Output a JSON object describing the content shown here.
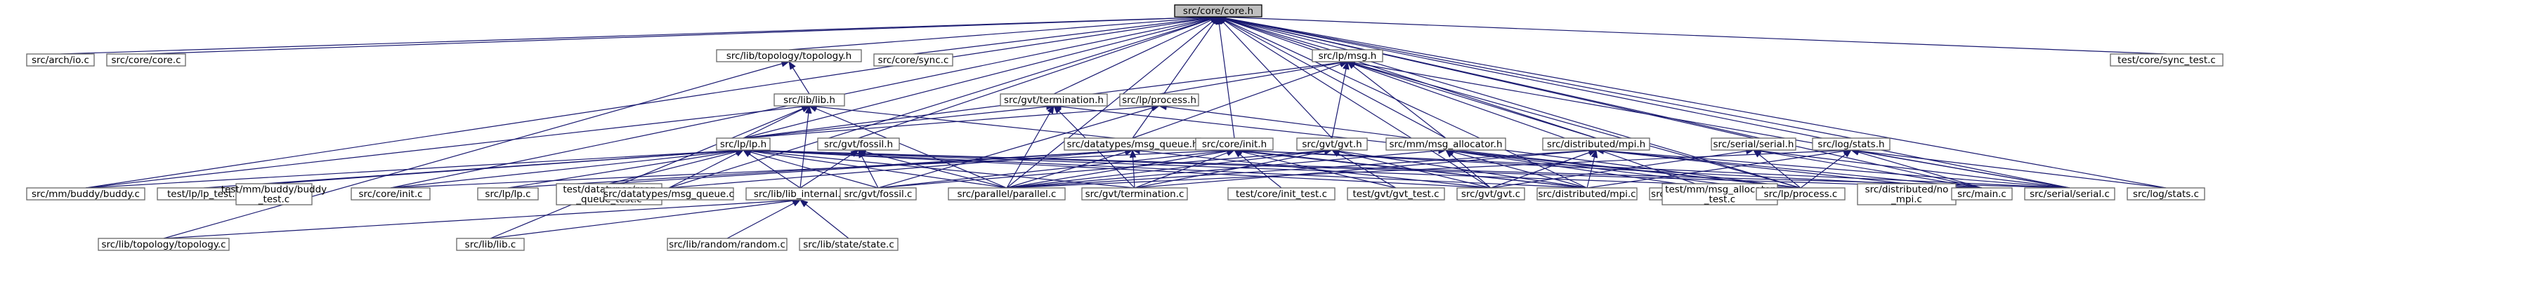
{
  "graph": {
    "colors": {
      "edge": "#191970",
      "node_border": "#666666",
      "root_fill": "#bfbfbf"
    },
    "nodes": {
      "core": {
        "label": "src/core/core.h",
        "root": true
      },
      "arch_io": {
        "label": "src/arch/io.c"
      },
      "core_c": {
        "label": "src/core/core.c"
      },
      "topology_h": {
        "label": "src/lib/topology/topology.h"
      },
      "sync_c": {
        "label": "src/core/sync.c"
      },
      "msg_h": {
        "label": "src/lp/msg.h"
      },
      "sync_test": {
        "label": "test/core/sync_test.c"
      },
      "lib_h": {
        "label": "src/lib/lib.h"
      },
      "termination_h": {
        "label": "src/gvt/termination.h"
      },
      "process_h": {
        "label": "src/lp/process.h"
      },
      "lp_h": {
        "label": "src/lp/lp.h"
      },
      "fossil_h": {
        "label": "src/gvt/fossil.h"
      },
      "msg_queue_h": {
        "label": "src/datatypes/msg_queue.h"
      },
      "init_h": {
        "label": "src/core/init.h"
      },
      "gvt_h": {
        "label": "src/gvt/gvt.h"
      },
      "msg_allocator_h": {
        "label": "src/mm/msg_allocator.h"
      },
      "mpi_h": {
        "label": "src/distributed/mpi.h"
      },
      "serial_h": {
        "label": "src/serial/serial.h"
      },
      "stats_h": {
        "label": "src/log/stats.h"
      },
      "buddy_c": {
        "label": "src/mm/buddy/buddy.c"
      },
      "lp_test": {
        "label": "test/lp/lp_test.c"
      },
      "buddy_test": {
        "label": "test/mm/buddy/buddy\n_test.c"
      },
      "init_c": {
        "label": "src/core/init.c"
      },
      "lp_c": {
        "label": "src/lp/lp.c"
      },
      "msg_queue_test": {
        "label": "test/datatypes/msg\n_queue_test.c"
      },
      "msg_queue_c": {
        "label": "src/datatypes/msg_queue.c"
      },
      "lib_internal": {
        "label": "src/lib/lib_internal.h"
      },
      "fossil_c": {
        "label": "src/gvt/fossil.c"
      },
      "parallel_c": {
        "label": "src/parallel/parallel.c"
      },
      "termination_c": {
        "label": "src/gvt/termination.c"
      },
      "init_test": {
        "label": "test/core/init_test.c"
      },
      "gvt_test": {
        "label": "test/gvt/gvt_test.c"
      },
      "gvt_c": {
        "label": "src/gvt/gvt.c"
      },
      "mpi_c": {
        "label": "src/distributed/mpi.c"
      },
      "msg_allocator_c": {
        "label": "src/mm/msg_allocator.c"
      },
      "msg_allocator_test": {
        "label": "test/mm/msg_allocator\n_test.c"
      },
      "process_c": {
        "label": "src/lp/process.c"
      },
      "no_mpi": {
        "label": "src/distributed/no\n_mpi.c"
      },
      "main_c": {
        "label": "src/main.c"
      },
      "serial_c": {
        "label": "src/serial/serial.c"
      },
      "stats_c": {
        "label": "src/log/stats.c"
      },
      "topology_c": {
        "label": "src/lib/topology/topology.c"
      },
      "lib_c": {
        "label": "src/lib/lib.c"
      },
      "random_c": {
        "label": "src/lib/random/random.c"
      },
      "state_c": {
        "label": "src/lib/state/state.c"
      }
    },
    "edges": [
      [
        "core",
        "arch_io"
      ],
      [
        "core",
        "core_c"
      ],
      [
        "core",
        "topology_h"
      ],
      [
        "core",
        "sync_c"
      ],
      [
        "core",
        "msg_h"
      ],
      [
        "core",
        "sync_test"
      ],
      [
        "core",
        "termination_h"
      ],
      [
        "core",
        "lp_h"
      ],
      [
        "core",
        "fossil_h"
      ],
      [
        "core",
        "msg_queue_h"
      ],
      [
        "core",
        "init_h"
      ],
      [
        "core",
        "gvt_h"
      ],
      [
        "core",
        "msg_allocator_h"
      ],
      [
        "core",
        "mpi_h"
      ],
      [
        "core",
        "serial_h"
      ],
      [
        "core",
        "stats_h"
      ],
      [
        "core",
        "buddy_c"
      ],
      [
        "core",
        "init_c"
      ],
      [
        "core",
        "msg_queue_c"
      ],
      [
        "core",
        "parallel_c"
      ],
      [
        "core",
        "gvt_c"
      ],
      [
        "core",
        "mpi_c"
      ],
      [
        "core",
        "msg_allocator_c"
      ],
      [
        "core",
        "process_c"
      ],
      [
        "core",
        "main_c"
      ],
      [
        "core",
        "serial_c"
      ],
      [
        "core",
        "stats_c"
      ],
      [
        "topology_h",
        "lib_h"
      ],
      [
        "topology_h",
        "topology_c"
      ],
      [
        "msg_h",
        "process_h"
      ],
      [
        "msg_h",
        "lp_h"
      ],
      [
        "msg_h",
        "msg_queue_h"
      ],
      [
        "msg_h",
        "gvt_h"
      ],
      [
        "msg_h",
        "msg_allocator_h"
      ],
      [
        "msg_h",
        "mpi_h"
      ],
      [
        "msg_h",
        "serial_c"
      ],
      [
        "msg_h",
        "process_c"
      ],
      [
        "lib_h",
        "lp_h"
      ],
      [
        "lib_h",
        "lib_internal"
      ],
      [
        "lib_h",
        "buddy_c"
      ],
      [
        "lib_h",
        "parallel_c"
      ],
      [
        "lib_h",
        "mpi_c"
      ],
      [
        "lib_h",
        "lib_c"
      ],
      [
        "termination_h",
        "lp_h"
      ],
      [
        "termination_h",
        "parallel_c"
      ],
      [
        "termination_h",
        "termination_c"
      ],
      [
        "termination_h",
        "process_c"
      ],
      [
        "process_h",
        "lp_h"
      ],
      [
        "process_h",
        "fossil_c"
      ],
      [
        "process_h",
        "process_c"
      ],
      [
        "lp_h",
        "buddy_c"
      ],
      [
        "lp_h",
        "lp_test"
      ],
      [
        "lp_h",
        "buddy_test"
      ],
      [
        "lp_h",
        "init_c"
      ],
      [
        "lp_h",
        "lp_c"
      ],
      [
        "lp_h",
        "msg_queue_test"
      ],
      [
        "lp_h",
        "msg_queue_c"
      ],
      [
        "lp_h",
        "lib_internal"
      ],
      [
        "lp_h",
        "fossil_c"
      ],
      [
        "lp_h",
        "parallel_c"
      ],
      [
        "lp_h",
        "termination_c"
      ],
      [
        "lp_h",
        "gvt_c"
      ],
      [
        "lp_h",
        "mpi_c"
      ],
      [
        "lp_h",
        "process_c"
      ],
      [
        "lp_h",
        "main_c"
      ],
      [
        "lp_h",
        "serial_c"
      ],
      [
        "fossil_h",
        "fossil_c"
      ],
      [
        "fossil_h",
        "parallel_c"
      ],
      [
        "fossil_h",
        "lib_internal"
      ],
      [
        "msg_queue_h",
        "msg_queue_c"
      ],
      [
        "msg_queue_h",
        "lp_c"
      ],
      [
        "msg_queue_h",
        "msg_queue_test"
      ],
      [
        "msg_queue_h",
        "parallel_c"
      ],
      [
        "msg_queue_h",
        "termination_c"
      ],
      [
        "msg_queue_h",
        "gvt_c"
      ],
      [
        "init_h",
        "init_c"
      ],
      [
        "init_h",
        "parallel_c"
      ],
      [
        "init_h",
        "init_test"
      ],
      [
        "init_h",
        "gvt_test"
      ],
      [
        "init_h",
        "termination_c"
      ],
      [
        "init_h",
        "fossil_c"
      ],
      [
        "init_h",
        "main_c"
      ],
      [
        "init_h",
        "serial_c"
      ],
      [
        "init_h",
        "mpi_c"
      ],
      [
        "gvt_h",
        "gvt_c"
      ],
      [
        "gvt_h",
        "gvt_test"
      ],
      [
        "gvt_h",
        "fossil_c"
      ],
      [
        "gvt_h",
        "parallel_c"
      ],
      [
        "gvt_h",
        "termination_c"
      ],
      [
        "gvt_h",
        "mpi_c"
      ],
      [
        "msg_allocator_h",
        "msg_allocator_c"
      ],
      [
        "msg_allocator_h",
        "msg_allocator_test"
      ],
      [
        "msg_allocator_h",
        "mpi_c"
      ],
      [
        "msg_allocator_h",
        "parallel_c"
      ],
      [
        "msg_allocator_h",
        "process_c"
      ],
      [
        "msg_allocator_h",
        "gvt_c"
      ],
      [
        "mpi_h",
        "mpi_c"
      ],
      [
        "mpi_h",
        "no_mpi"
      ],
      [
        "mpi_h",
        "gvt_c"
      ],
      [
        "mpi_h",
        "termination_c"
      ],
      [
        "mpi_h",
        "main_c"
      ],
      [
        "mpi_h",
        "serial_c"
      ],
      [
        "mpi_h",
        "parallel_c"
      ],
      [
        "serial_h",
        "serial_c"
      ],
      [
        "serial_h",
        "main_c"
      ],
      [
        "serial_h",
        "process_c"
      ],
      [
        "serial_h",
        "gvt_c"
      ],
      [
        "stats_h",
        "stats_c"
      ],
      [
        "stats_h",
        "main_c"
      ],
      [
        "stats_h",
        "serial_c"
      ],
      [
        "stats_h",
        "parallel_c"
      ],
      [
        "stats_h",
        "process_c"
      ],
      [
        "stats_h",
        "mpi_c"
      ],
      [
        "lib_internal",
        "topology_c"
      ],
      [
        "lib_internal",
        "lib_c"
      ],
      [
        "lib_internal",
        "random_c"
      ],
      [
        "lib_internal",
        "state_c"
      ]
    ]
  }
}
